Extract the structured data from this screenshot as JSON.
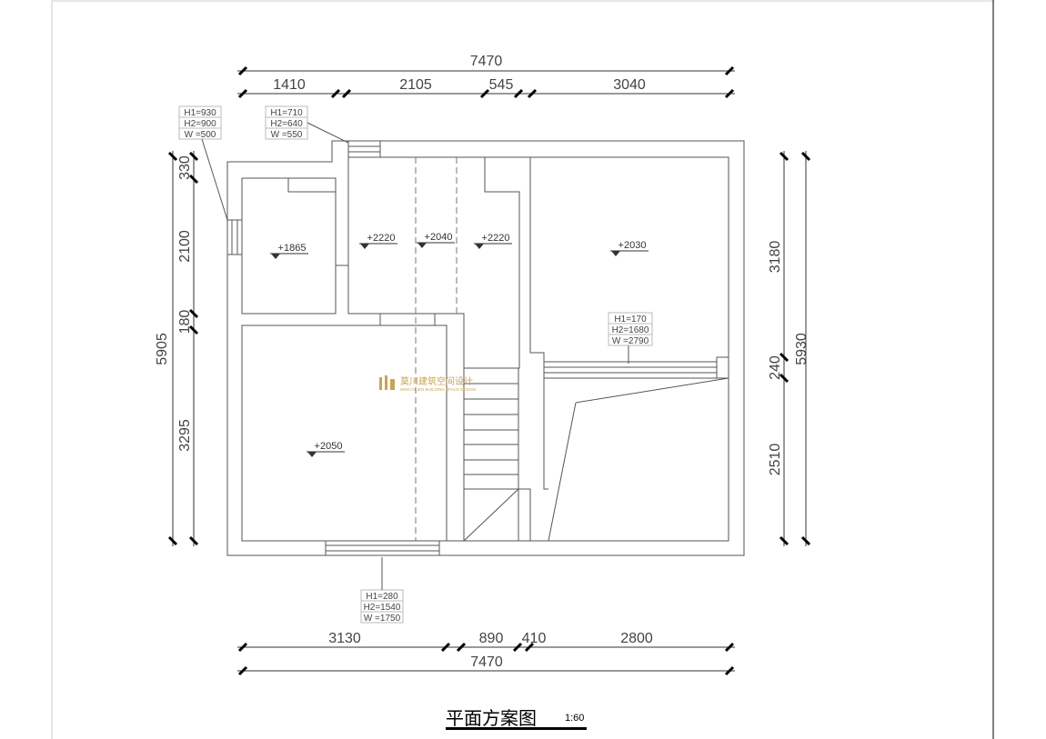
{
  "drawing": {
    "title": "平面方案图",
    "scale": "1:60",
    "logo": {
      "cn": "莫川建筑空间设计",
      "en": "MOKCHUEN BUILDING SPACE DESIGN",
      "color": "#c9a257"
    },
    "top_total": "7470",
    "top_segments": [
      "1410",
      "2105",
      "545",
      "3040"
    ],
    "bottom_segments": [
      "3130",
      "890",
      "410",
      "2800"
    ],
    "bottom_total": "7470",
    "left_segments": [
      "330",
      "2100",
      "180",
      "3295"
    ],
    "left_total": "5905",
    "right_segments": [
      "3180",
      "240",
      "2510"
    ],
    "right_total": "5930",
    "elevations": [
      "+1865",
      "+2220",
      "+2040",
      "+2220",
      "+2030",
      "+2050"
    ],
    "openings": [
      [
        "H1=930",
        "H2=900",
        "W =500"
      ],
      [
        "H1=710",
        "H2=640",
        "W =550"
      ],
      [
        "H1=170",
        "H2=1680",
        "W =2790"
      ],
      [
        "H1=280",
        "H2=1540",
        "W =1750"
      ]
    ]
  }
}
